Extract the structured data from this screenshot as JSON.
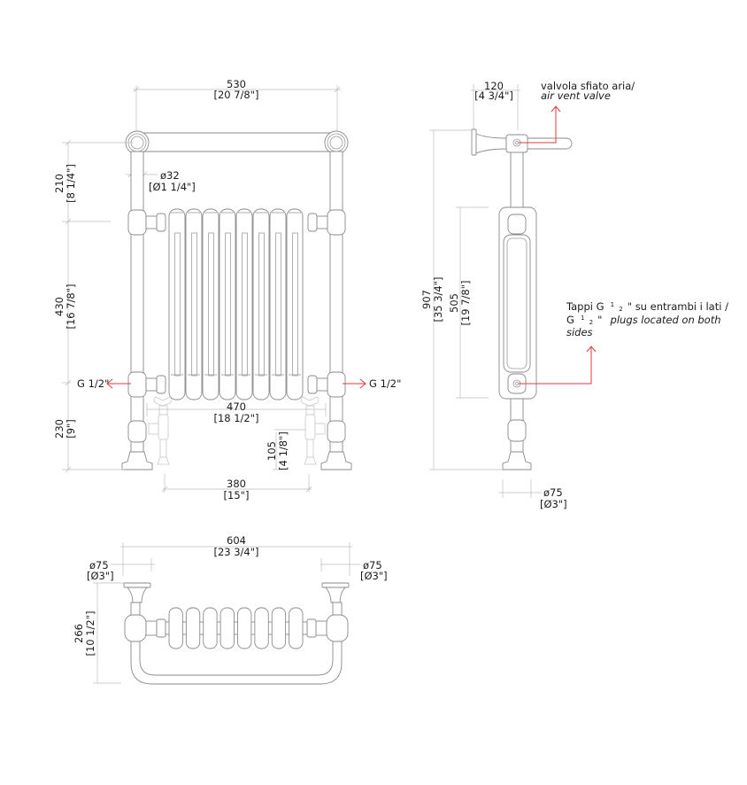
{
  "drawing": {
    "front_view": {
      "width_top": {
        "value": "530",
        "imperial": "[20 7/8\"]"
      },
      "tube_diameter": {
        "value": "ø32",
        "imperial": "[Ø1 1/4\"]"
      },
      "height_top": {
        "value": "210",
        "imperial": "[8 1/4\"]"
      },
      "height_middle": {
        "value": "430",
        "imperial": "[16 7/8\"]"
      },
      "height_bottom": {
        "value": "230",
        "imperial": "[9\"]"
      },
      "connection_left": "G 1/2\"",
      "connection_right": "G 1/2\"",
      "width_radiator": {
        "value": "470",
        "imperial": "[18 1/2\"]"
      },
      "valve_height": {
        "value": "105",
        "imperial": "[4 1/8\"]"
      },
      "valve_spacing": {
        "value": "380",
        "imperial": "[15\"]"
      },
      "radiator_columns": 8
    },
    "side_view": {
      "depth": {
        "value": "120",
        "imperial": "[4 3/4\"]"
      },
      "total_height": {
        "value": "907",
        "imperial": "[35 3/4\"]"
      },
      "radiator_height": {
        "value": "505",
        "imperial": "[19 7/8\"]"
      },
      "foot_diameter": {
        "value": "ø75",
        "imperial": "[Ø3\"]"
      },
      "air_vent_label_it": "valvola sfiato aria/",
      "air_vent_label_en": "air vent valve",
      "plugs_label_line1_a": "Tappi G",
      "plugs_label_line1_b": "\" su entrambi i lati /",
      "plugs_label_line2_a": "G",
      "plugs_label_line2_b": "\"",
      "plugs_label_line2_c": "plugs located on both",
      "plugs_label_line3": "sides",
      "fraction_num": "1",
      "fraction_den": "2"
    },
    "top_view": {
      "total_width": {
        "value": "604",
        "imperial": "[23 3/4\"]"
      },
      "foot_left": {
        "value": "ø75",
        "imperial": "[Ø3\"]"
      },
      "foot_right": {
        "value": "ø75",
        "imperial": "[Ø3\"]"
      },
      "depth": {
        "value": "266",
        "imperial": "[10 1/2\"]"
      }
    },
    "colors": {
      "line": "#9a9a9a",
      "dimension": "#bcbcbc",
      "annotation_arrow": "#e0393e",
      "text": "#1a1a1a"
    }
  }
}
